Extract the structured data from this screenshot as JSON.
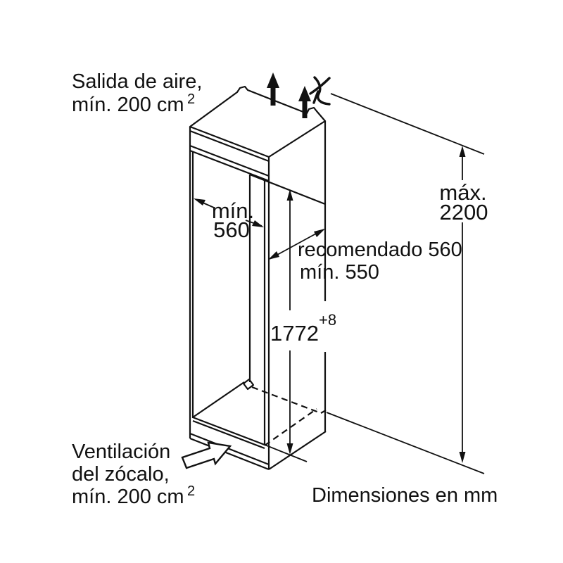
{
  "diagram": {
    "type": "appliance-installation-drawing",
    "units_note": "Dimensiones en mm",
    "colors": {
      "line": "#111111",
      "background": "#ffffff"
    },
    "annotations": {
      "air_outlet": {
        "line1": "Salida de aire,",
        "line2": "mín. 200 cm",
        "sup": "2"
      },
      "plinth_vent": {
        "line1": "Ventilación",
        "line2": "del zócalo,",
        "line3": "mín. 200 cm",
        "sup": "2"
      }
    },
    "dimensions": {
      "max_height": {
        "line1": "máx.",
        "line2": "2200"
      },
      "niche_width": {
        "line1": "mín.",
        "line2": "560"
      },
      "niche_depth": {
        "line1": "recomendado 560",
        "line2": "mín. 550"
      },
      "niche_height": {
        "value": "1772",
        "tolerance": "+8"
      }
    },
    "icons": [
      "airflow-arrow",
      "cut-mark",
      "plinth-vent-arrow"
    ]
  }
}
